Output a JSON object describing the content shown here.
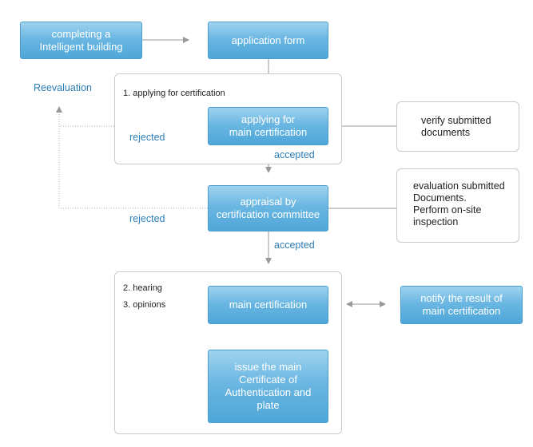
{
  "nodes": {
    "completing": "completing a\nIntelligent building",
    "application_form": "application form",
    "applying_main": "applying for\nmain certification",
    "appraisal": "appraisal by\ncertification committee",
    "main_cert": "main certification",
    "issue": "issue the main\nCertificate of\nAuthentication and\nplate",
    "notify": "notify the result of\nmain certification"
  },
  "notes": {
    "verify": "verify submitted\ndocuments",
    "evaluation": "evaluation submitted\nDocuments.\nPerform on-site\ninspection"
  },
  "labels": {
    "reevaluation": "Reevaluation",
    "rejected_1": "rejected",
    "accepted_1": "accepted",
    "rejected_2": "rejected",
    "accepted_2": "accepted"
  },
  "steps": {
    "step1": "1. applying for certification",
    "step2": "2. hearing",
    "step3": "3. opinions"
  },
  "colors": {
    "node_fill": "#6bb7e2",
    "label_blue": "#2c7fb8",
    "line_gray": "#999999"
  }
}
